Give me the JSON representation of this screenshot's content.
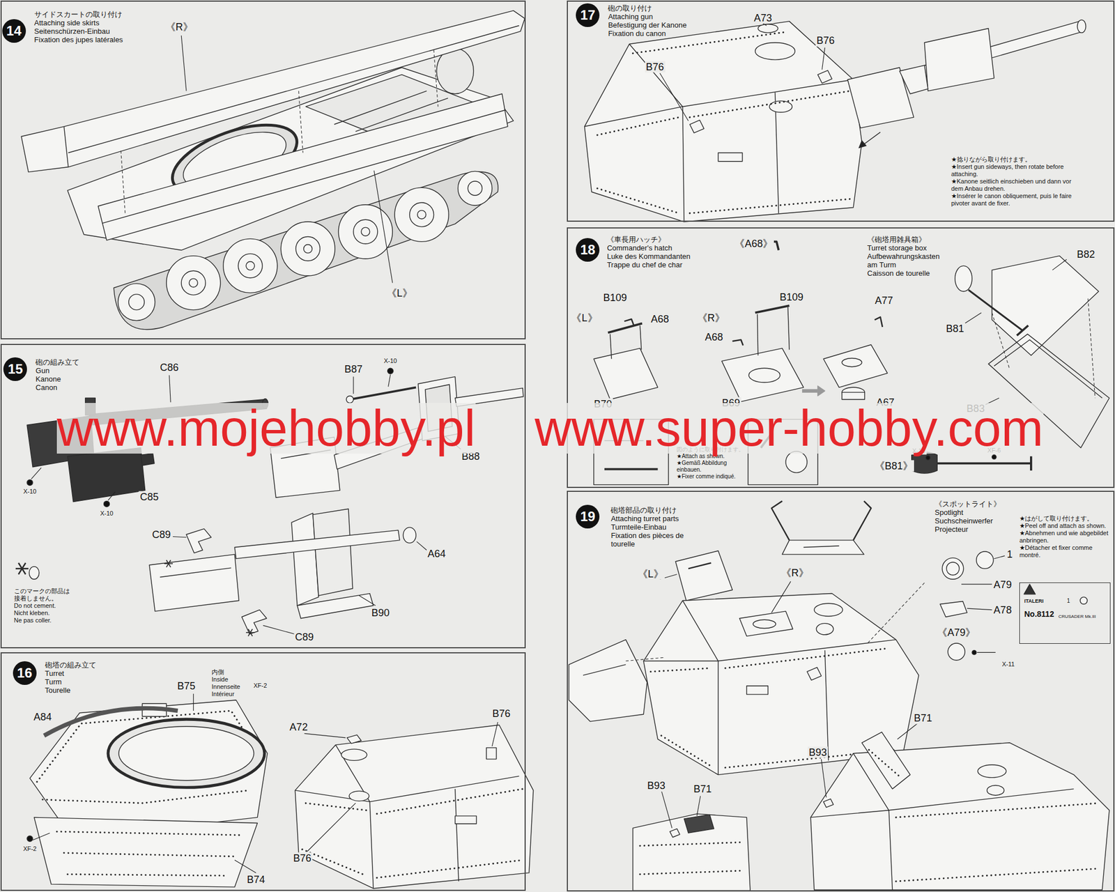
{
  "diagram": {
    "nodes": [
      {
        "text": [
          "14",
          "サイドスカートの取り付け",
          "Attaching side skirts",
          "Seitenschürzen-Einbau",
          "Fixation des jupes latérales"
        ]
      },
      {
        "text": [
          "15",
          "砲の組み立て",
          "Gun",
          "Kanone",
          "Canon"
        ]
      },
      {
        "text": [
          "16",
          "砲塔の組み立て",
          "Turret",
          "Turm",
          "Tourelle"
        ]
      },
      {
        "text": [
          "17",
          "砲の取り付け",
          "Attaching gun",
          "Befestigung der Kanone",
          "Fixation du canon"
        ]
      },
      {
        "text": [
          "18"
        ]
      },
      {
        "text": [
          "19",
          "砲塔部品の取り付け",
          "Attaching turret parts",
          "Turmteile-Einbau",
          "Fixation des pièces de tourelle"
        ]
      },
      {
        "text": [
          "ITALERI",
          "No.8112",
          "CRUSADER Mk.III",
          "1"
        ],
        "in": 5
      }
    ],
    "labels": [
      "《R》",
      "《L》",
      "C86",
      "B87",
      "X-10",
      "B88",
      "X-10",
      "X-10",
      "C85",
      "C89",
      "A64",
      "B90",
      "C89",
      "このマークの部品は 接着しません。",
      "Do not cement.",
      "Nicht kleben.",
      "Ne pas coller.",
      "B75",
      "内側",
      "Inside",
      "Innenseite",
      "Intérieur",
      "XF-2",
      "A84",
      "XF-2",
      "B74",
      "A72",
      "B76",
      "B76",
      "A73",
      "B76",
      "B76",
      "★捻りながら取り付けます。",
      "★Insert gun sideways, then rotate before attaching.",
      "★Kanone seitlich einschieben und dann vor dem Anbau drehen.",
      "★Insérer le canon obliquement, puis le faire pivoter avant de fixer.",
      "《車長用ハッチ》",
      "Commander's hatch",
      "Luke des Kommandanten",
      "Trappe du chef de char",
      "《A68》",
      "《砲塔用雑具箱》",
      "Turret storage box",
      "Aufbewahrungskasten am Turm",
      "Caisson de tourelle",
      "B82",
      "B109",
      "A68",
      "《L》",
      "B70",
      "《R》",
      "B109",
      "A68",
      "B69",
      "A77",
      "A67",
      "B81",
      "B83",
      "X-10",
      "XF-6",
      "《B81》",
      "図のように取り付けます。",
      "★Attach as shown.",
      "★Gemäß Abbildung einbauen.",
      "★Fixer comme indiqué.",
      "《L》",
      "《R》",
      "《スポットライト》",
      "Spotlight",
      "Suchscheinwerfer",
      "Projecteur",
      "★はがして取り付けます。",
      "★Peel off and attach as shown.",
      "★Abnehmen und wie abgebildet anbringen.",
      "★Détacher et fixer comme montré.",
      "1",
      "A79",
      "A78",
      "《A79》",
      "X-11",
      "B71",
      "B93",
      "B93",
      "B71",
      "www.mojehobby.pl",
      "www.super-hobby.com"
    ]
  }
}
